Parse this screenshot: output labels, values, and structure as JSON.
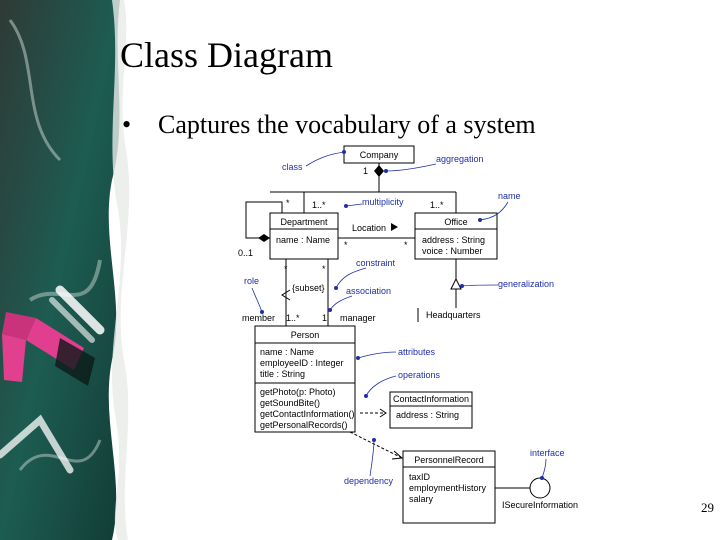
{
  "slide": {
    "title": "Class Diagram",
    "bullet_symbol": "•",
    "bullet": "Captures the vocabulary of a system",
    "page_number": "29"
  },
  "diagram": {
    "classes": {
      "company": "Company",
      "department": "Department",
      "department_attr": "name : Name",
      "location": "Location",
      "office": "Office",
      "office_attr1": "address : String",
      "office_attr2": "voice : Number",
      "headquarters": "Headquarters",
      "person": "Person",
      "person_attr1": "name : Name",
      "person_attr2": "employeeID : Integer",
      "person_attr3": "title : String",
      "person_op1": "getPhoto(p: Photo)",
      "person_op2": "getSoundBite()",
      "person_op3": "getContactInformation()",
      "person_op4": "getPersonalRecords()",
      "contact": "ContactInformation",
      "contact_attr": "address : String",
      "record": "PersonnelRecord",
      "record_attr1": "taxID",
      "record_attr2": "employmentHistory",
      "record_attr3": "salary",
      "interface_name": "ISecureInformation"
    },
    "multiplicities": {
      "company_one": "1",
      "dept_many": "*",
      "dept_one_many": "1..*",
      "office_one_many": "1..*",
      "dept_self": "0..1",
      "loc_left": "*",
      "loc_right": "*",
      "dept_bottom_left": "*",
      "dept_bottom_right": "*",
      "member_many": "1..*",
      "manager_one": "1"
    },
    "roles": {
      "member": "member",
      "manager": "manager"
    },
    "constraint": "{subset}",
    "annotations": {
      "class": "class",
      "aggregation": "aggregation",
      "multiplicity": "multiplicity",
      "name": "name",
      "constraint": "constraint",
      "role": "role",
      "association": "association",
      "generalization": "generalization",
      "attributes": "attributes",
      "operations": "operations",
      "interface": "interface",
      "dependency": "dependency"
    }
  }
}
